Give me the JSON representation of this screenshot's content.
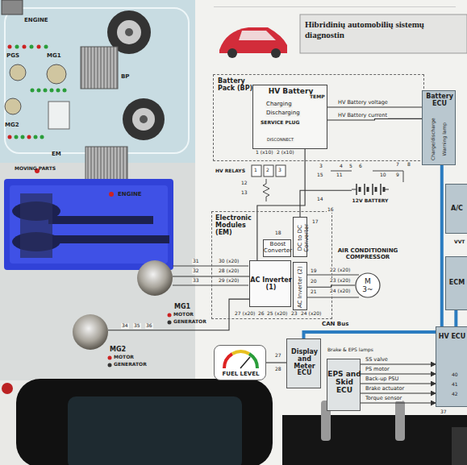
{
  "diagram": {
    "title": "Hibridinių automobilių sistemų diagnostin",
    "nodes": [
      {
        "text": [
          "Battery Pack (BP)"
        ]
      },
      {
        "text": [
          "HV Battery"
        ],
        "in": 0
      },
      {
        "text": [
          "Battery ECU",
          "Charge/discharge",
          "Warning lamp"
        ]
      },
      {
        "text": [
          "Electronic Modules (EM)"
        ]
      },
      {
        "text": [
          "Boost Converter"
        ],
        "in": 3
      },
      {
        "text": [
          "DC to DC Converter"
        ],
        "in": 3
      },
      {
        "text": [
          "AC Inverter (1)"
        ],
        "in": 3
      },
      {
        "text": [
          "AC Inverter (2)"
        ],
        "in": 3
      },
      {
        "text": [
          "AIR CONDITIONING COMPRESSOR",
          "M 3~"
        ]
      },
      {
        "text": [
          "MG1"
        ]
      },
      {
        "text": [
          "MG2"
        ]
      },
      {
        "text": [
          "Display and Meter ECU"
        ]
      },
      {
        "text": [
          "EPS and Skid ECU"
        ]
      },
      {
        "text": [
          "HV ECU"
        ]
      },
      {
        "text": [
          "ECM"
        ]
      },
      {
        "text": [
          "A/C"
        ]
      },
      {
        "text": [
          "12V BATTERY"
        ]
      },
      {
        "text": [
          "FUEL LEVEL"
        ]
      }
    ],
    "edges": [
      {
        "from": 1,
        "to": 2,
        "label": "HV Battery voltage",
        "arrow": "none"
      },
      {
        "from": 1,
        "to": 2,
        "label": "HV Battery current",
        "arrow": "none"
      },
      {
        "from": 1,
        "to": 6,
        "arrow": "none"
      },
      {
        "from": 6,
        "to": 9,
        "arrow": "none"
      },
      {
        "from": 6,
        "to": 10,
        "arrow": "none"
      },
      {
        "from": 7,
        "to": 8,
        "arrow": "none"
      },
      {
        "from": 13,
        "to": 2,
        "arrow": "none"
      },
      {
        "from": 13,
        "to": 11,
        "arrow": "none"
      },
      {
        "from": 12,
        "to": 13,
        "label": "SS valve",
        "arrow": "to"
      },
      {
        "from": 12,
        "to": 13,
        "label": "PS motor",
        "arrow": "to"
      },
      {
        "from": 12,
        "to": 13,
        "label": "Back-up PSU",
        "arrow": "to"
      },
      {
        "from": 12,
        "to": 13,
        "label": "Brake actuator",
        "arrow": "to"
      },
      {
        "from": 12,
        "to": 13,
        "label": "Torque sensor",
        "arrow": "to"
      },
      {
        "from": 13,
        "to": 14,
        "arrow": "none"
      },
      {
        "from": 17,
        "to": 11,
        "arrow": "none"
      },
      {
        "from": 5,
        "to": 16,
        "arrow": "none"
      }
    ],
    "labels": [
      "ENGINE",
      "PGS",
      "MG1",
      "BP",
      "MG2",
      "EM",
      "MOVING PARTS",
      "ENGINE",
      "MOTOR",
      "GENERATOR",
      "MOTOR",
      "GENERATOR",
      "Charging",
      "Discharging",
      "SERVICE PLUG",
      "TEMP",
      "DISCONNECT",
      "1 (x10)",
      "2 (x10)",
      "3",
      "4",
      "5",
      "6",
      "7",
      "8",
      "9",
      "10",
      "11",
      "HV RELAYS",
      "1",
      "2",
      "3",
      "12",
      "13",
      "14",
      "15",
      "16",
      "17",
      "18",
      "31",
      "32",
      "33",
      "30 (x20)",
      "28 (x20)",
      "29 (x20)",
      "34",
      "35",
      "36",
      "27 (x20)",
      "26",
      "25 (x20)",
      "23",
      "24 (x20)",
      "19",
      "20",
      "21",
      "22 (x20)",
      "23 (x20)",
      "24 (x20)",
      "CAN Bus",
      "Brake & EPS lamps",
      "VVT",
      "27",
      "28",
      "40",
      "41",
      "42",
      "37"
    ]
  }
}
